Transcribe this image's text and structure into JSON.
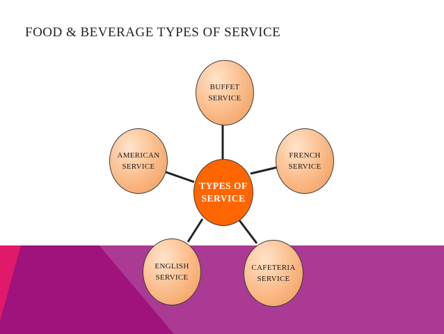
{
  "title": "FOOD & BEVERAGE TYPES OF SERVICE",
  "diagram": {
    "center": "TYPES OF\nSERVICE",
    "nodes": {
      "buffet": "BUFFET\nSERVICE",
      "french": "FRENCH\nSERVICE",
      "american": "AMERICAN\nSERVICE",
      "english": "ENGLISH\nSERVICE",
      "cafeteria": "CAFETERIA\nSERVICE"
    }
  },
  "colors": {
    "center_fill": "#ff6600",
    "node_fill": "#fbbf8f",
    "band": "#ab3a94",
    "band_dark": "#a0127c",
    "band_accent": "#e1196a"
  }
}
